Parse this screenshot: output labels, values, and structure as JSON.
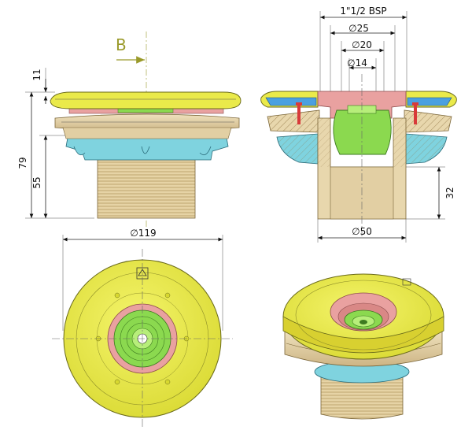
{
  "dimensions": {
    "height_top": "11",
    "height_total": "79",
    "height_thread": "55",
    "thread_spec": "1\"1/2 BSP",
    "dia_25": "∅25",
    "dia_20": "∅20",
    "dia_14": "∅14",
    "height_sleeve": "32",
    "dia_119": "∅119",
    "dia_50": "∅50"
  },
  "section_marker": "B",
  "colors": {
    "flange_yellow": "#eaea4a",
    "tan": "#e8d7ad",
    "cyan": "#7fd3df",
    "pink": "#e9a1a0",
    "green": "#8bd94f",
    "screw_red": "#d83a3a",
    "marker_olive": "#9a9a2a"
  }
}
